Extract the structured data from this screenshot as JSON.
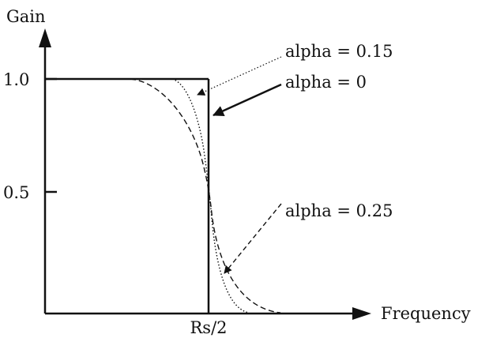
{
  "axes": {
    "y_title": "Gain",
    "x_title": "Frequency",
    "y_ticks": [
      "1.0",
      "0.5"
    ],
    "x_tick": "Rs/2"
  },
  "annotations": {
    "alpha_015": "alpha = 0.15",
    "alpha_0": "alpha = 0",
    "alpha_025": "alpha = 0.25"
  },
  "colors": {
    "ink": "#111111",
    "background": "#ffffff"
  }
}
